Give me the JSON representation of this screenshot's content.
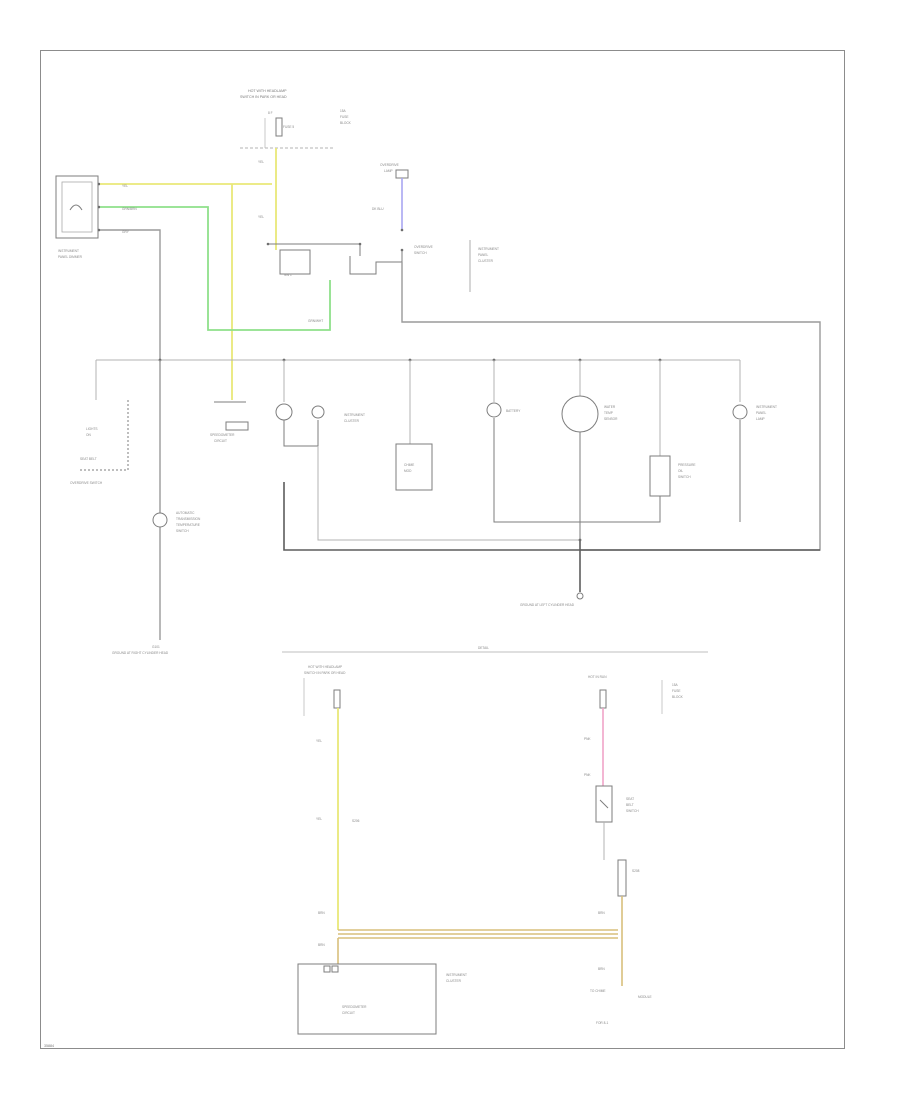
{
  "diagram": {
    "footer_code": "35884",
    "labels": {
      "top_fuse_box": "HOT WITH HEADLAMP SWITCH IN PARK OR HEAD",
      "top_fuse": "15A",
      "top_fuse_name": "FUSE BLOCK",
      "instrument_panel_cluster": "INSTRUMENT PANEL CLUSTER",
      "overdrive_lamp": "OVERDRIVE LAMP",
      "battery": "BATTERY",
      "water_temp": "WATER TEMP SENSOR",
      "oil_pressure": "OIL PRESSURE SWITCH",
      "ground_main": "GROUND AT LEFT CYLINDER HEAD",
      "ground_left": "GROUND AT RIGHT CYLINDER HEAD",
      "section_divider": "DETAIL",
      "bottom_left_header": "HOT WITH HEADLAMP SWITCH IN PARK OR HEAD",
      "bottom_right_header": "HOT IN RUN",
      "instrument_cluster_bottom": "INSTRUMENT CLUSTER",
      "speedometer": "SPEEDOMETER CIRCUIT"
    },
    "wire_colors": {
      "yellow": "#e9e878",
      "green": "#8fe08a",
      "blue": "#a9a6f2",
      "pink": "#f0a4c8",
      "tan": "#d8bf7c",
      "black": "#5d5d5d",
      "gray": "#9a9a9a"
    }
  }
}
